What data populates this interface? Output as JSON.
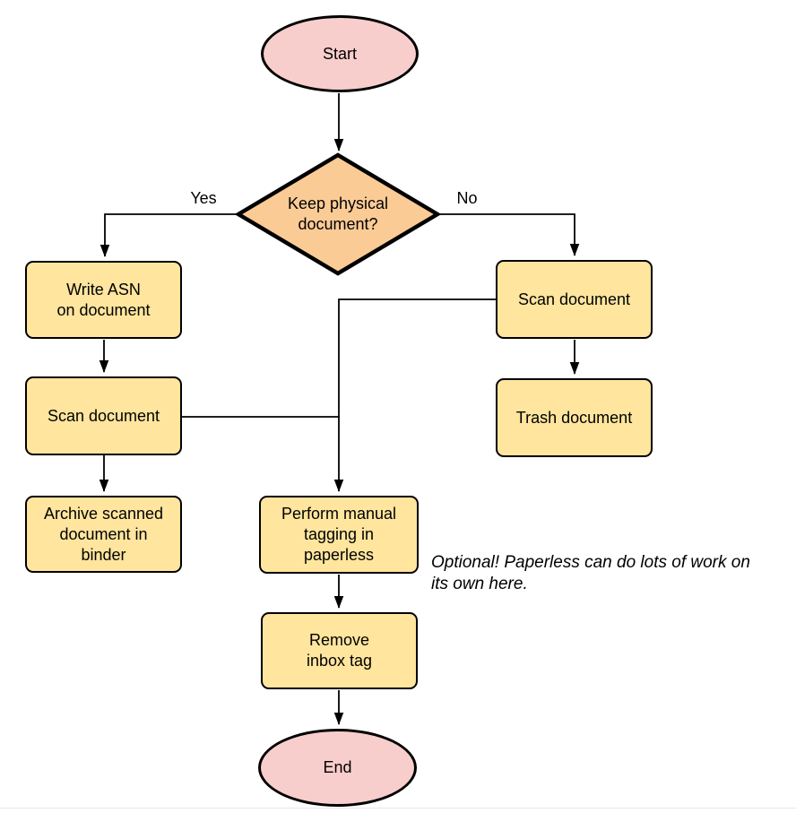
{
  "nodes": {
    "start": {
      "label": "Start"
    },
    "decision": {
      "label": "Keep physical\ndocument?"
    },
    "write_asn": {
      "label": "Write ASN\non document"
    },
    "scan_left": {
      "label": "Scan document"
    },
    "archive": {
      "label": "Archive scanned\ndocument in\nbinder"
    },
    "scan_right": {
      "label": "Scan document"
    },
    "trash": {
      "label": "Trash document"
    },
    "tagging": {
      "label": "Perform manual\ntagging in\npaperless"
    },
    "remove_inbox": {
      "label": "Remove\ninbox tag"
    },
    "end": {
      "label": "End"
    }
  },
  "edge_labels": {
    "yes": "Yes",
    "no": "No"
  },
  "annotation": {
    "text": "Optional! Paperless can do lots of work on\nits own here."
  },
  "colors": {
    "terminator_fill": "#f8cecc",
    "decision_fill": "#fbcb96",
    "process_fill": "#ffe59e",
    "stroke": "#000000",
    "divider": "#e8e8e8"
  }
}
